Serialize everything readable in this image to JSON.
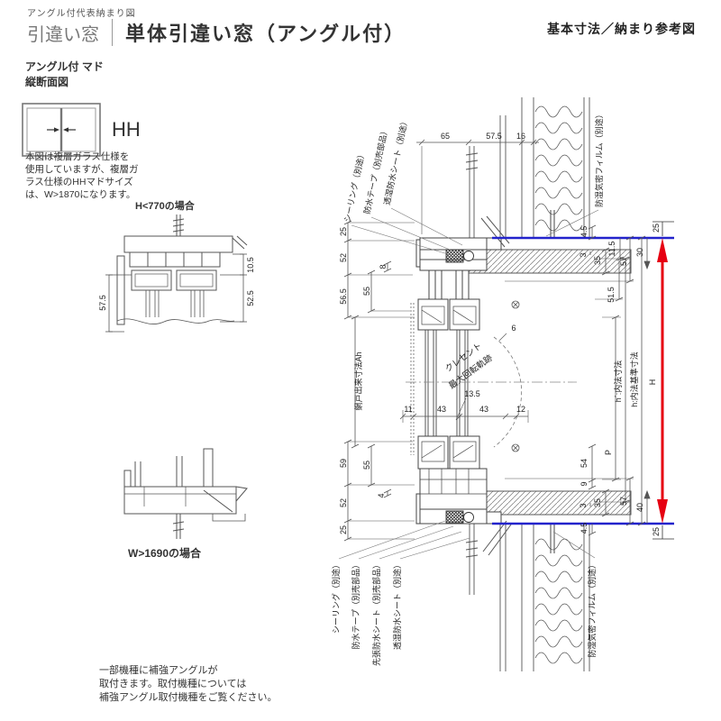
{
  "header": {
    "eyebrow": "アングル付代表納まり図",
    "category": "引違い窓",
    "title": "単体引違い窓（アングル付）",
    "right_title": "基本寸法／納まり参考図"
  },
  "left_panel": {
    "section_l1": "アングル付 マド",
    "section_l2": "縦断面図",
    "window_code": "HH",
    "note_l1": "本図は複層ガラス仕様を",
    "note_l2": "使用していますが、複層ガ",
    "note_l3": "ラス仕様のHHマドサイズ",
    "note_l4": "は、W>1870になります。",
    "case_h": {
      "label": "H<770の場合",
      "d57_5": "57.5",
      "d10_5": "10.5",
      "d52_5": "52.5"
    },
    "case_w": {
      "label": "W>1690の場合"
    }
  },
  "drawing": {
    "labels_top": {
      "sealing": "シーリング（別途）",
      "tape": "防水テープ（別売部品）",
      "sheet": "透湿防水シート（別途）",
      "film": "防湿気密フィルム（別途）"
    },
    "labels_bottom": {
      "sealing": "シーリング（別途）",
      "tape": "防水テープ（別売部品）",
      "presheet": "先張防水シート（別売部品）",
      "sheet": "透湿防水シート（別途）",
      "film": "防湿気密フィルム（別途）"
    },
    "dims_top": {
      "a": "65",
      "b": "57.5",
      "c": "16"
    },
    "dims_left_top": {
      "d25": "25",
      "d52": "52",
      "d56_5": "56.5",
      "d8": "8",
      "d55": "55"
    },
    "dims_left_bottom": {
      "d59": "59",
      "d55": "55",
      "d4": "4",
      "d52": "52",
      "d25": "25"
    },
    "screen_label": "網戸出来寸法Ah",
    "crescent_l1": "クレセント",
    "crescent_l2": "最大回転軌跡",
    "dims_center": {
      "d6": "6",
      "d13_5": "13.5",
      "d11": "11",
      "d43a": "43",
      "d43b": "43",
      "d12": "12"
    },
    "dims_right_top": {
      "d4_5": "4.5",
      "d3": "3",
      "d35": "35",
      "d11_5": "11.5",
      "d57": "57",
      "d51_5": "51.5",
      "d30": "30",
      "d25": "25"
    },
    "dims_right_bottom": {
      "d54": "54",
      "d9": "9",
      "d3": "3",
      "d35": "35",
      "d57": "57",
      "d4_5": "4.5",
      "d40": "40",
      "d25": "25"
    },
    "ref_labels": {
      "inner": "h´:内法寸法",
      "base": "h:内法基準寸法",
      "h": "H",
      "p": "P"
    }
  },
  "footer": {
    "note_l1": "一部機種に補強アングルが",
    "note_l2": "取付きます。取付機種については",
    "note_l3": "補強アングル取付機種をご覧ください。"
  },
  "colors": {
    "dim_red": "#e60012",
    "ref_blue": "#2323cc"
  }
}
